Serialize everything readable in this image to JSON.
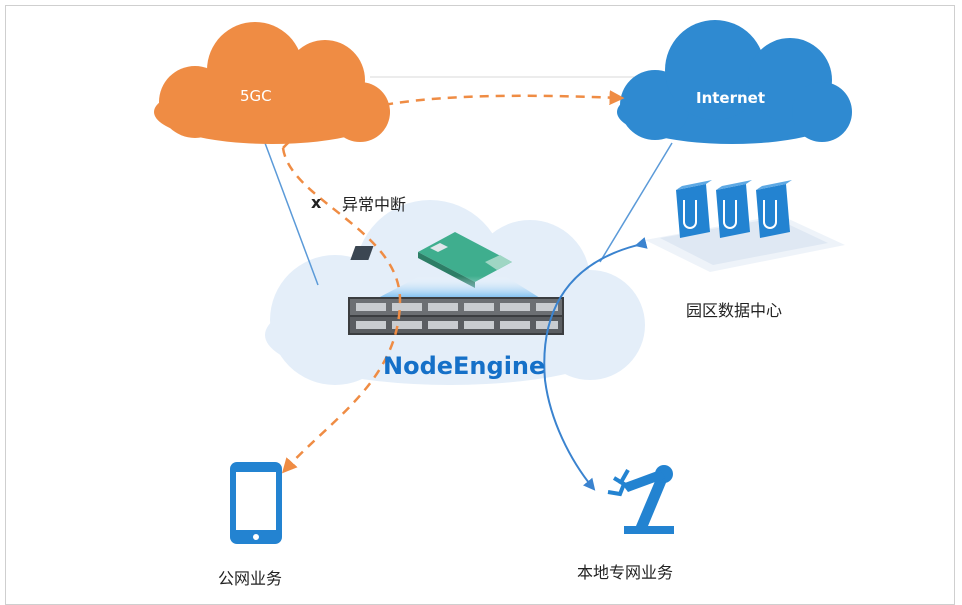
{
  "nodes": {
    "core": {
      "label": "5GC",
      "color": "#ef8c44"
    },
    "internet": {
      "label": "Internet",
      "color": "#2f8ad1"
    },
    "node_engine": {
      "label": "NodeEngine",
      "color": "#1570c8"
    },
    "data_center": {
      "label": "园区数据中心"
    },
    "public_service": {
      "label": "公网业务"
    },
    "private_service": {
      "label": "本地专网业务"
    }
  },
  "annotations": {
    "fault_mark": "x",
    "fault_label": "异常中断"
  },
  "colors": {
    "orange_path": "#ef8c44",
    "blue_path": "#3a83cf",
    "cloud_pale": "#e4eef9",
    "icon_blue": "#2383d1"
  }
}
